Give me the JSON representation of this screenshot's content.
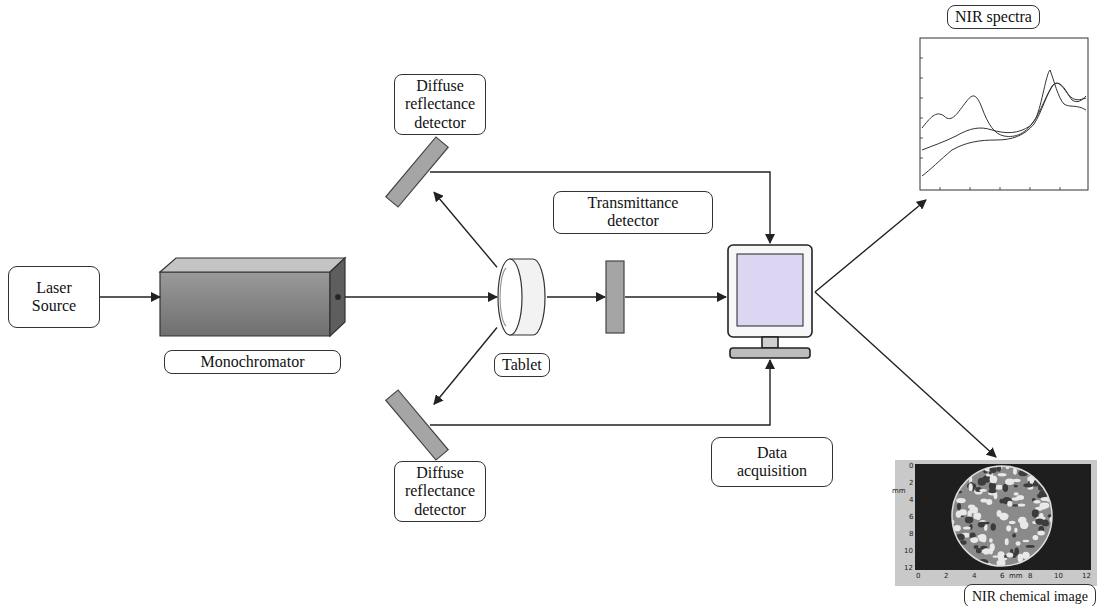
{
  "diagram": {
    "nodes": [
      {
        "text": [
          "Laser Source"
        ]
      },
      {
        "text": [
          "Monochromator"
        ]
      },
      {
        "text": [
          "Diffuse reflectance detector"
        ]
      },
      {
        "text": [
          "Tablet"
        ]
      },
      {
        "text": [
          "Transmittance detector"
        ]
      },
      {
        "text": [
          "Diffuse reflectance detector"
        ]
      },
      {
        "text": [
          "Data acquisition"
        ]
      },
      {
        "text": [
          "NIR spectra"
        ]
      },
      {
        "text": [
          "NIR chemical image"
        ]
      }
    ],
    "edges": [
      {
        "from": 0,
        "to": 1,
        "arrow": "to"
      },
      {
        "from": 1,
        "to": 3,
        "arrow": "to"
      },
      {
        "from": 3,
        "to": 2,
        "arrow": "to"
      },
      {
        "from": 3,
        "to": 5,
        "arrow": "to"
      },
      {
        "from": 3,
        "to": 4,
        "arrow": "to"
      }
    ],
    "labels": [
      "0",
      "2",
      "4",
      "6",
      "8",
      "10",
      "12",
      "mm",
      "0",
      "2",
      "4",
      "6",
      "8",
      "10",
      "12",
      "mm"
    ]
  }
}
